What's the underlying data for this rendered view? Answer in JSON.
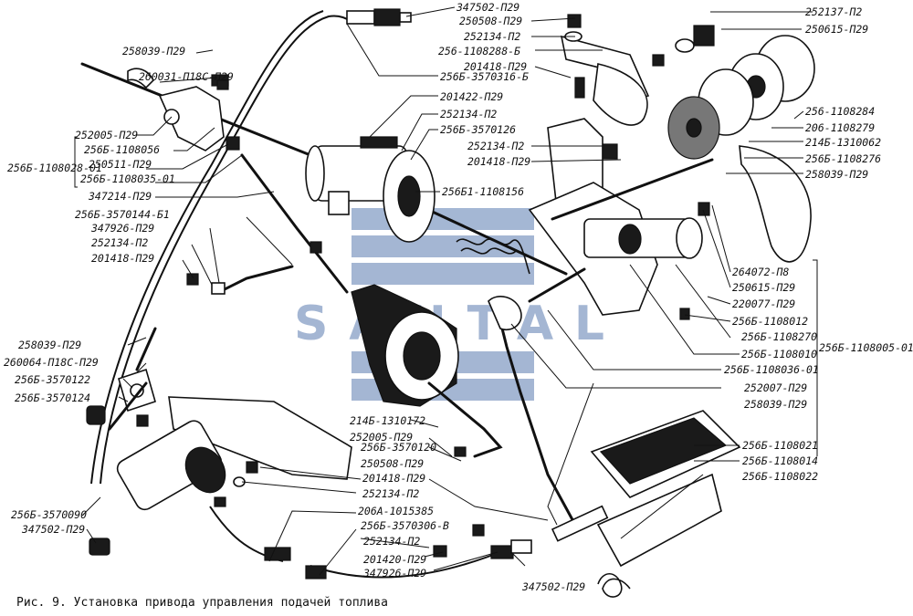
{
  "caption": "Рис. 9. Установка привода управления подачей топлива",
  "watermark": "SANTAL",
  "colors": {
    "watermark": "#5a7bb0",
    "ink": "#111111",
    "paper": "#ffffff"
  },
  "labels": {
    "top_right": [
      "252137-П2",
      "250615-П29",
      "256-1108284",
      "206-1108279",
      "214Б-1310062",
      "256Б-1108276",
      "258039-П29"
    ],
    "top_center": [
      "347502-П29",
      "250508-П29",
      "252134-П2",
      "256-1108288-Б",
      "201418-П29",
      "256Б-3570316-Б",
      "201422-П29",
      "252134-П2",
      "256Б-3570126",
      "252134-П2",
      "201418-П29",
      "256Б1-1108156"
    ],
    "left": [
      "258039-П29",
      "260031-П18С-П29",
      "252005-П29",
      "256Б-1108056",
      "256Б-1108028-01",
      "250511-П29",
      "256Б-1108035-01",
      "347214-П29",
      "256Б-3570144-Б1",
      "347926-П29",
      "252134-П2",
      "201418-П29",
      "258039-П29",
      "260064-П18С-П29",
      "256Б-3570122",
      "256Б-3570124"
    ],
    "right_mid": [
      "264072-П8",
      "250615-П29",
      "220077-П29",
      "256Б-1108012",
      "256Б-1108270",
      "256Б-1108010",
      "256Б-1108036-01",
      "252007-П29",
      "258039-П29",
      "256Б-1108005-01"
    ],
    "bottom_right": [
      "256Б-1108021",
      "256Б-1108014",
      "256Б-1108022"
    ],
    "bottom_center": [
      "214Б-1310172",
      "252005-П29",
      "256Б-3570120",
      "250508-П29",
      "201418-П29",
      "252134-П2",
      "206А-1015385",
      "256Б-3570306-В",
      "252134-П2",
      "201420-П29",
      "347926-П29",
      "347502-П29"
    ],
    "bottom_left": [
      "256Б-3570090",
      "347502-П29"
    ]
  }
}
